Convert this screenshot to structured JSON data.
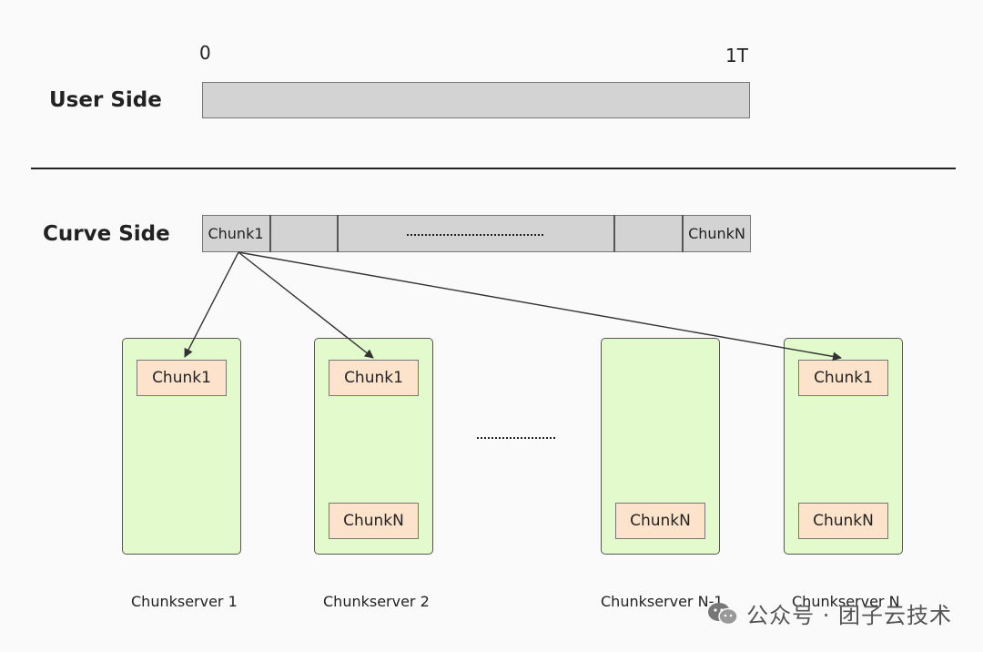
{
  "user_side": {
    "label": "User Side",
    "scale_start": "0",
    "scale_end": "1T"
  },
  "curve_side": {
    "label": "Curve Side",
    "first_chunk": "Chunk1",
    "last_chunk": "ChunkN"
  },
  "servers": [
    {
      "label": "Chunkserver 1",
      "top_chunk": "Chunk1",
      "bottom_chunk": ""
    },
    {
      "label": "Chunkserver 2",
      "top_chunk": "Chunk1",
      "bottom_chunk": "ChunkN"
    },
    {
      "label": "Chunkserver N-1",
      "top_chunk": "",
      "bottom_chunk": "ChunkN"
    },
    {
      "label": "Chunkserver N",
      "top_chunk": "Chunk1",
      "bottom_chunk": "ChunkN"
    }
  ],
  "watermark": {
    "text": "公众号 · 团子云技术",
    "icon": "wechat-icon"
  },
  "colors": {
    "bar_fill": "#d3d3d3",
    "server_fill": "#e3fbcc",
    "chunk_fill": "#fde3cc"
  }
}
